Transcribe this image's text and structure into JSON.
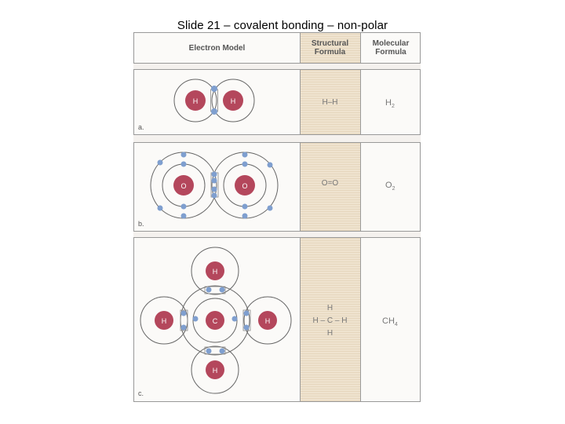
{
  "slide": {
    "title": "Slide 21 – covalent bonding – non-polar"
  },
  "header": {
    "model": "Electron Model",
    "structural": [
      "Structural",
      "Formula"
    ],
    "molecular": [
      "Molecular",
      "Formula"
    ]
  },
  "rows": [
    {
      "label": "a.",
      "structural": "H–H",
      "molecular_main": "H",
      "molecular_sub": "2",
      "atoms": [
        "H",
        "H"
      ]
    },
    {
      "label": "b.",
      "structural": "O=O",
      "molecular_main": "O",
      "molecular_sub": "2",
      "atoms": [
        "O",
        "O"
      ]
    },
    {
      "label": "c.",
      "structural": {
        "top": "H",
        "middle": "H – C – H",
        "bottom": "H"
      },
      "molecular_main": "CH",
      "molecular_sub": "4",
      "atoms": [
        "H",
        "H",
        "C",
        "H",
        "H"
      ]
    }
  ],
  "colors": {
    "nucleus": "#b4475c",
    "electron": "#7f9fcf",
    "shell": "#666666",
    "strip": "#efe3cf"
  }
}
